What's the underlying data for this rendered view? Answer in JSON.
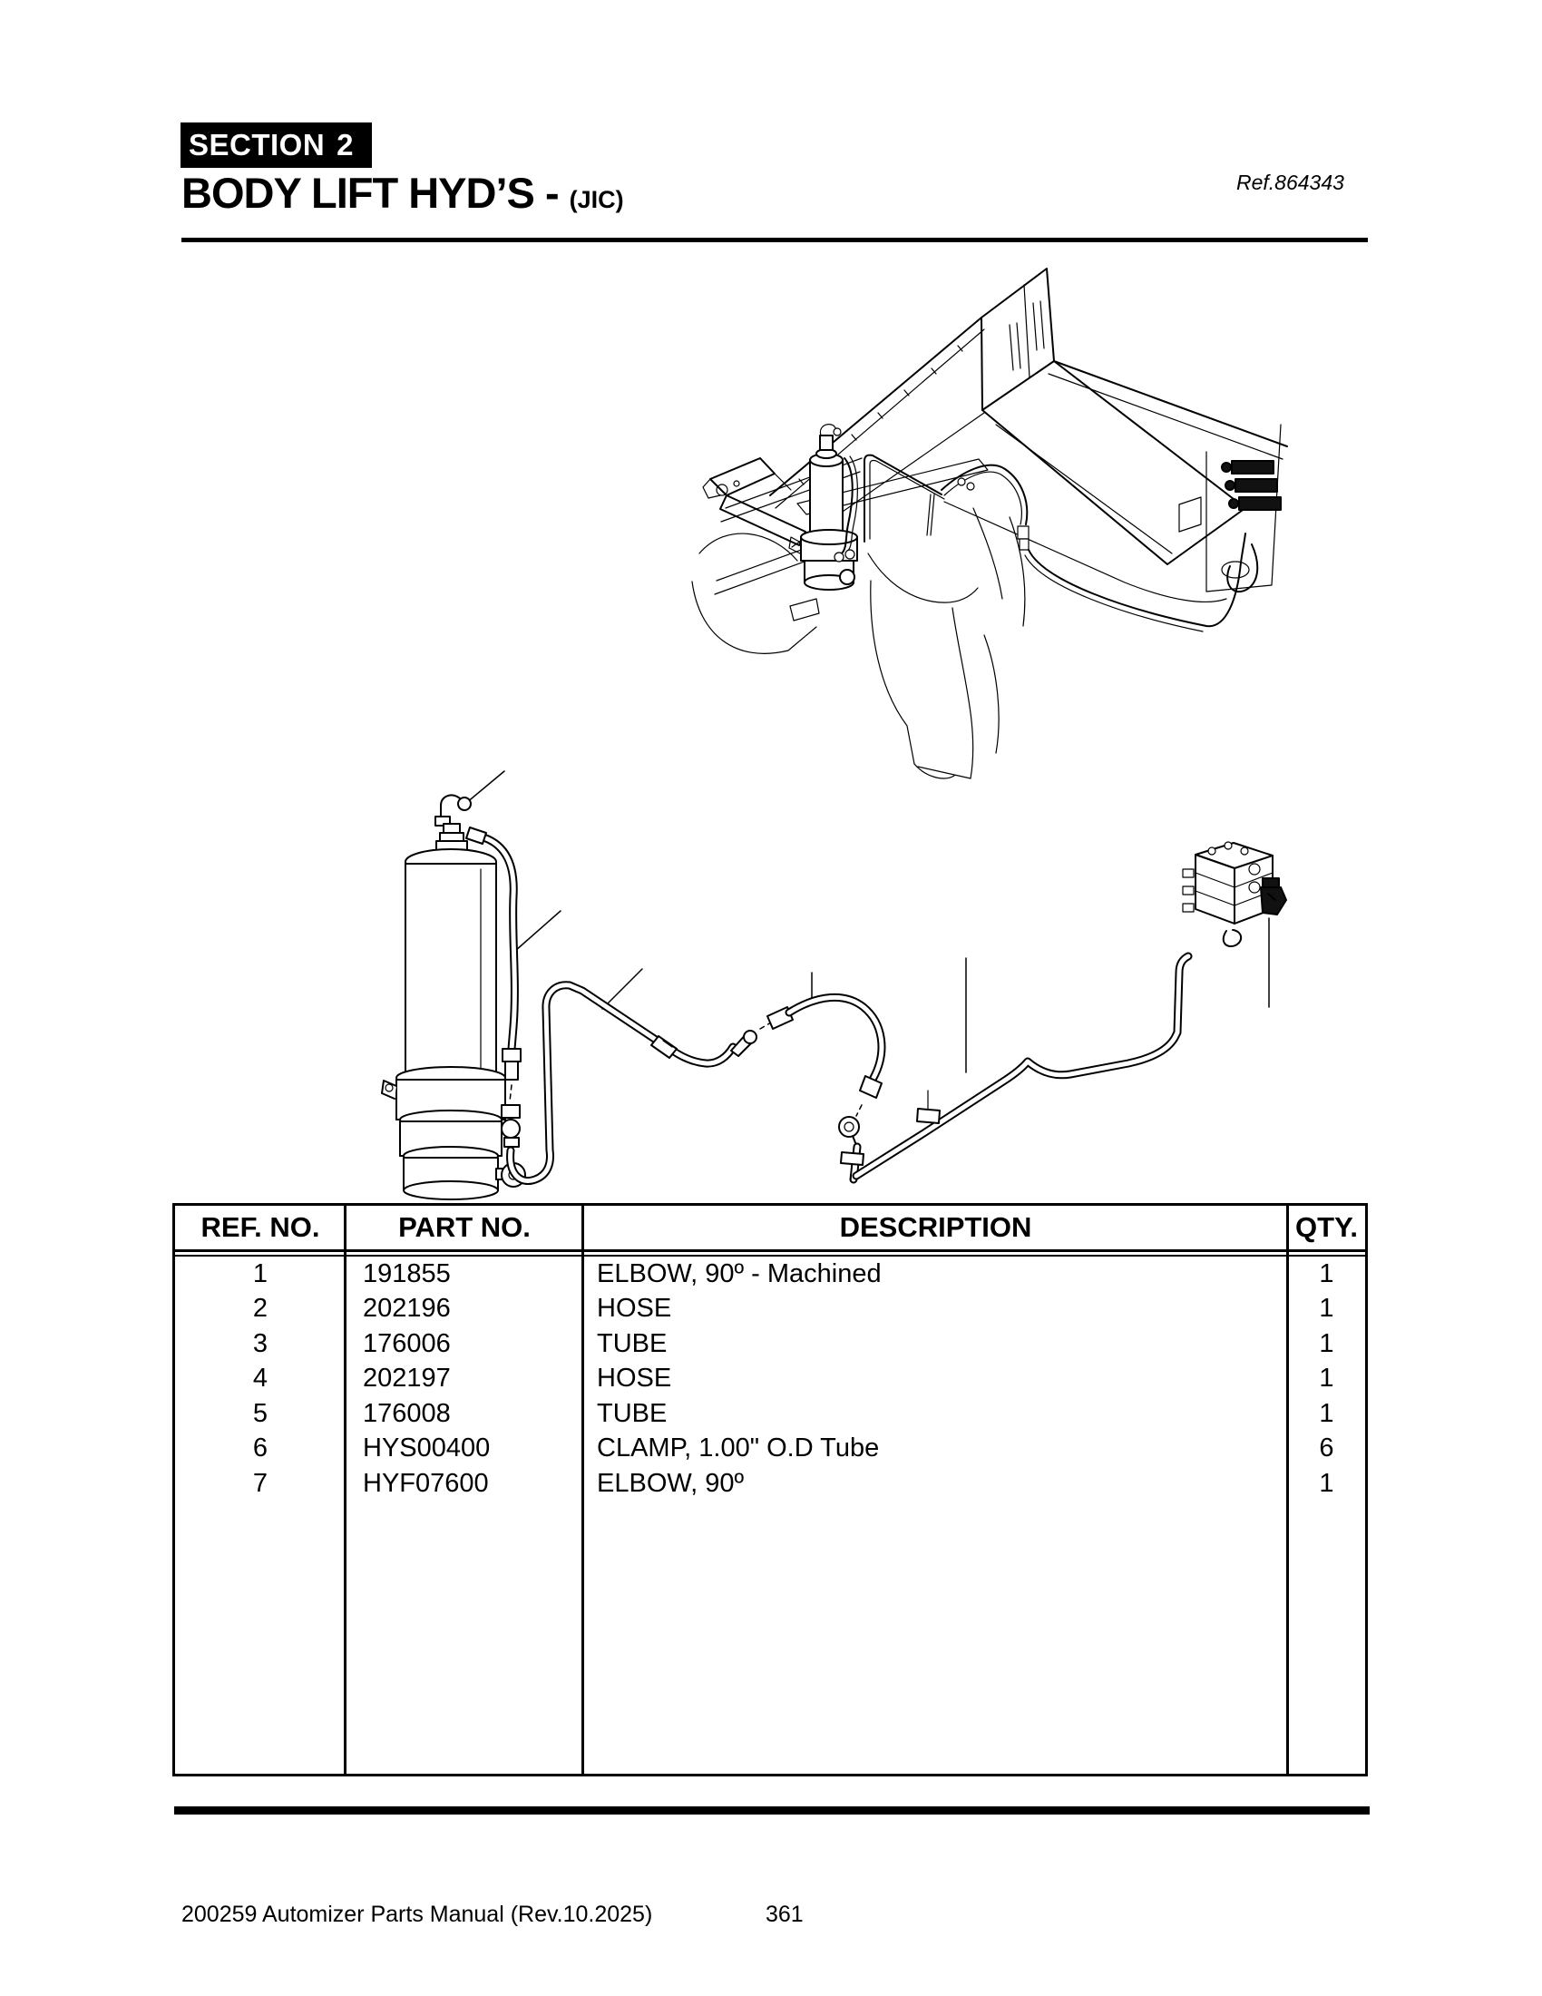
{
  "colors": {
    "ink": "#000000",
    "paper": "#ffffff"
  },
  "header": {
    "section_label": "SECTION",
    "section_number": "2",
    "title": "BODY LIFT HYD’S -",
    "title_suffix": "(JIC)",
    "ref": "Ref.864343"
  },
  "table": {
    "headers": [
      "REF. NO.",
      "PART NO.",
      "DESCRIPTION",
      "QTY."
    ],
    "rows": [
      {
        "ref": "1",
        "part": "191855",
        "desc": "ELBOW, 90º - Machined",
        "qty": "1"
      },
      {
        "ref": "2",
        "part": "202196",
        "desc": "HOSE",
        "qty": "1"
      },
      {
        "ref": "3",
        "part": "176006",
        "desc": "TUBE",
        "qty": "1"
      },
      {
        "ref": "4",
        "part": "202197",
        "desc": "HOSE",
        "qty": "1"
      },
      {
        "ref": "5",
        "part": "176008",
        "desc": "TUBE",
        "qty": "1"
      },
      {
        "ref": "6",
        "part": "HYS00400",
        "desc": "CLAMP, 1.00\" O.D Tube",
        "qty": "6"
      },
      {
        "ref": "7",
        "part": "HYF07600",
        "desc": "ELBOW, 90º",
        "qty": "1"
      }
    ]
  },
  "footer": {
    "left": "200259 Automizer Parts Manual (Rev.10.2025)",
    "page": "361"
  }
}
